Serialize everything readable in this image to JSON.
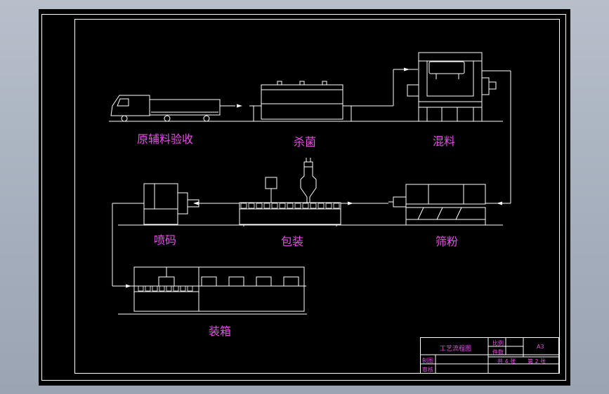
{
  "labels": {
    "acceptance": "原辅料验收",
    "sterilize": "杀菌",
    "mixing": "混料",
    "sieving": "筛粉",
    "packaging": "包装",
    "coding": "喷码",
    "boxing": "装箱"
  },
  "title_block": {
    "title": "工艺流程图",
    "ratio_label": "比例",
    "count_label": "件数",
    "drawn_label": "制图",
    "review_label": "审核",
    "ratio_value": "A3",
    "sheets_total_text": "共 4 张",
    "sheet_no_text": "第 2 张"
  },
  "colors": {
    "background": "#000000",
    "line": "#ffffff",
    "text": "#e64ee6",
    "window": "#a6afbd"
  }
}
